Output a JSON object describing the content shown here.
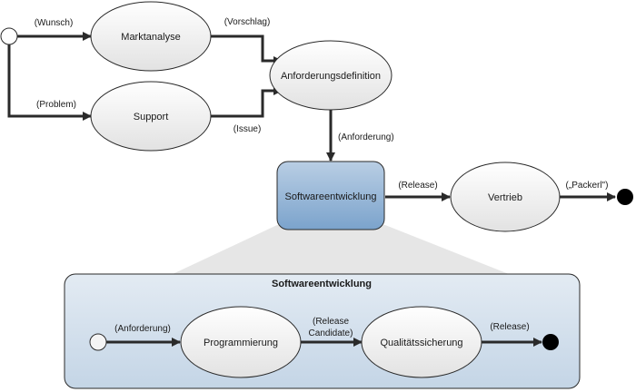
{
  "nodes": {
    "marktanalyse": "Marktanalyse",
    "support": "Support",
    "anforderungsdefinition": "Anforderungsdefinition",
    "softwareentwicklung": "Softwareentwicklung",
    "vertrieb": "Vertrieb",
    "programmierung": "Programmierung",
    "qualitaetssicherung": "Qualitätssicherung"
  },
  "edges": {
    "wunsch": "(Wunsch)",
    "problem": "(Problem)",
    "vorschlag": "(Vorschlag)",
    "issue": "(Issue)",
    "anforderung": "(Anforderung)",
    "release": "(Release)",
    "packerl": "(„Packerl\")",
    "sub_anforderung": "(Anforderung)",
    "sub_release_candidate_1": "(Release",
    "sub_release_candidate_2": "Candidate)",
    "sub_release": "(Release)"
  },
  "subprocess": {
    "title": "Softwareentwicklung"
  },
  "colors": {
    "stroke": "#2a2a2a",
    "ellipse_fill_top": "#ffffff",
    "ellipse_fill_bottom": "#e4e4e4",
    "highlight_fill_top": "#b8cde3",
    "highlight_fill_bottom": "#7aa2cb",
    "group_fill_top": "#dfe8f1",
    "group_fill_bottom": "#c6d6e6",
    "zoom_cone": "#e6e6e6"
  }
}
